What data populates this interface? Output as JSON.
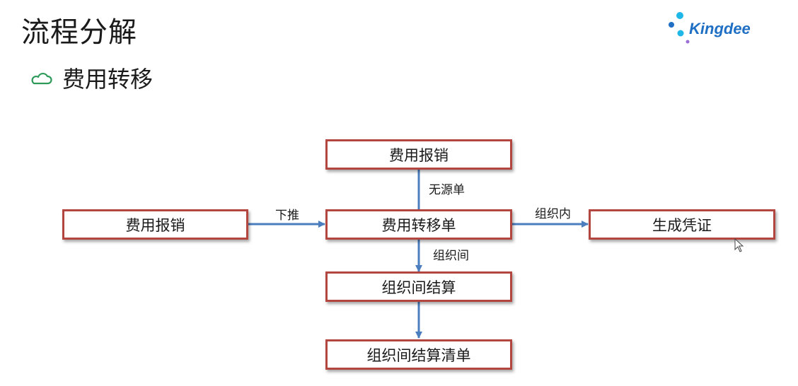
{
  "slide": {
    "title": "流程分解",
    "subtitle": "费用转移",
    "logo_text": "Kingdee"
  },
  "diagram": {
    "nodes": {
      "expense_claim_source": "费用报销",
      "expense_transfer": "费用转移单",
      "expense_claim_target": "费用报销",
      "voucher": "生成凭证",
      "inter_org_settlement": "组织间结算",
      "inter_org_settlement_list": "组织间结算清单"
    },
    "edges": {
      "push_down": "下推",
      "no_source": "无源单",
      "within_org": "组织内",
      "between_org": "组织间"
    }
  },
  "colors": {
    "box_border": "#b44640",
    "arrow": "#4a7ebf",
    "logo_blue": "#1f6fc4",
    "logo_cyan": "#1fb6e8",
    "logo_purple": "#9a6fd6",
    "subtitle_icon": "#2e9a5a"
  }
}
